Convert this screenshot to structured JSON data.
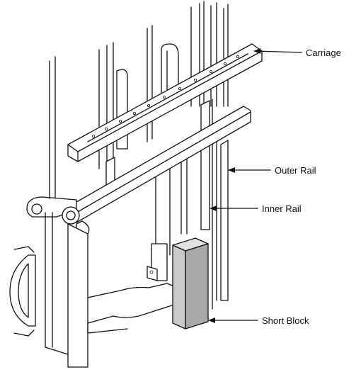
{
  "labels": {
    "carriage": "Carriage",
    "outer_rail": "Outer Rail",
    "inner_rail": "Inner Rail",
    "short_block": "Short Block"
  },
  "colors": {
    "line": "#111111",
    "block_front": "#c9c9c9",
    "block_side": "#a8a8a8",
    "background": "#ffffff"
  }
}
